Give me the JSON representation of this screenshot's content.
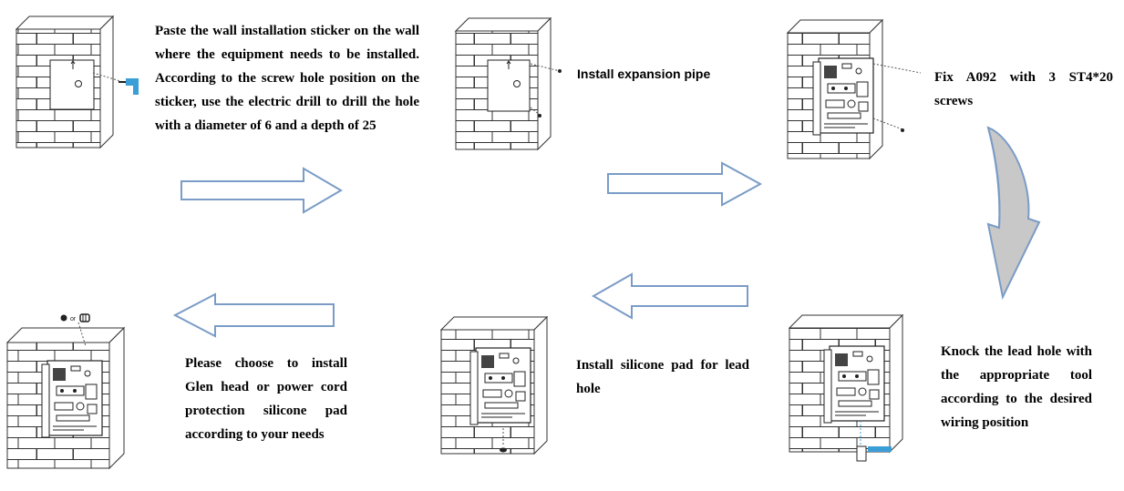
{
  "steps": {
    "step1": {
      "text": "Paste the wall installation sticker on the wall where the equipment needs to be installed. According to the screw hole position on the sticker, use the electric drill to drill the hole with a diameter of 6 and a depth of 25"
    },
    "step2": {
      "text": "Install expansion pipe"
    },
    "step3": {
      "text": "Fix A092 with 3 ST4*20 screws"
    },
    "step4": {
      "text": "Knock the lead hole with the appropriate tool according to the desired wiring position"
    },
    "step5": {
      "text": "Install silicone pad for lead hole"
    },
    "step6": {
      "text": "Please choose to install Glen head or power cord protection silicone pad according to your needs"
    }
  },
  "option_label": "or",
  "colors": {
    "arrow_stroke": "#7a9cc6",
    "curved_arrow_fill": "#c8c8c8",
    "drill": "#3a9fd6",
    "line": "#333333"
  },
  "arrows": [
    {
      "name": "arrow-right-1",
      "direction": "right"
    },
    {
      "name": "arrow-right-2",
      "direction": "right"
    },
    {
      "name": "arrow-curved-down",
      "direction": "down"
    },
    {
      "name": "arrow-left-1",
      "direction": "left"
    },
    {
      "name": "arrow-left-2",
      "direction": "left"
    }
  ]
}
